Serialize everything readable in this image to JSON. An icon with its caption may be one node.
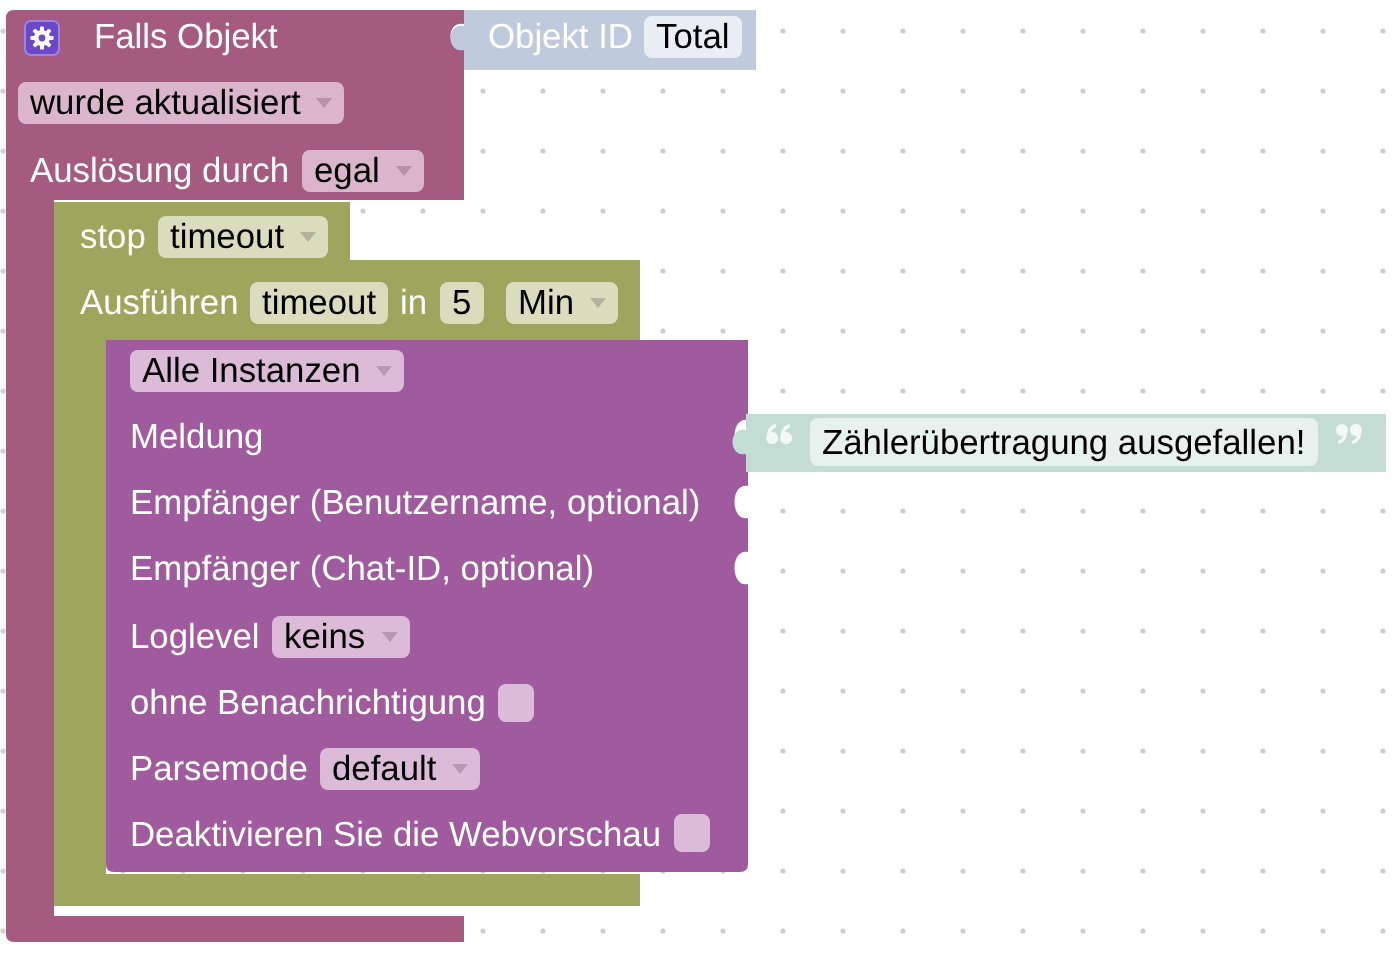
{
  "diagram": {
    "nodes": [
      {
        "text": [
          "Falls Objekt",
          "Auslösung durch"
        ]
      },
      {
        "text": [
          "Objekt ID"
        ]
      },
      {
        "text": [
          "Total"
        ],
        "in": 1
      },
      {
        "text": [
          "wurde aktualisiert"
        ],
        "in": 0
      },
      {
        "text": [
          "egal"
        ],
        "in": 0
      },
      {
        "text": [
          "stop"
        ],
        "in": 0
      },
      {
        "text": [
          "timeout"
        ],
        "in": 5
      },
      {
        "text": [
          "Ausführen",
          "in"
        ]
      },
      {
        "text": [
          "timeout"
        ],
        "in": 7
      },
      {
        "text": [
          "5"
        ],
        "in": 7
      },
      {
        "text": [
          "Min"
        ],
        "in": 7
      },
      {
        "text": [
          "Meldung",
          "Empfänger (Benutzername, optional)",
          "Empfänger (Chat-ID, optional)",
          "Loglevel",
          "ohne Benachrichtigung",
          "Parsemode",
          "Deaktivieren Sie die Webvorschau"
        ]
      },
      {
        "text": [
          "Alle Instanzen"
        ],
        "in": 11
      },
      {
        "text": [],
        "shape": "box"
      },
      {
        "text": [
          "Zählerübertragung ausgefallen!"
        ],
        "in": 13
      },
      {
        "text": [
          "keins"
        ],
        "in": 11
      },
      {
        "text": [],
        "shape": "box",
        "in": 11
      },
      {
        "text": [
          "default"
        ],
        "in": 11
      },
      {
        "text": [],
        "shape": "box",
        "in": 11
      }
    ]
  }
}
